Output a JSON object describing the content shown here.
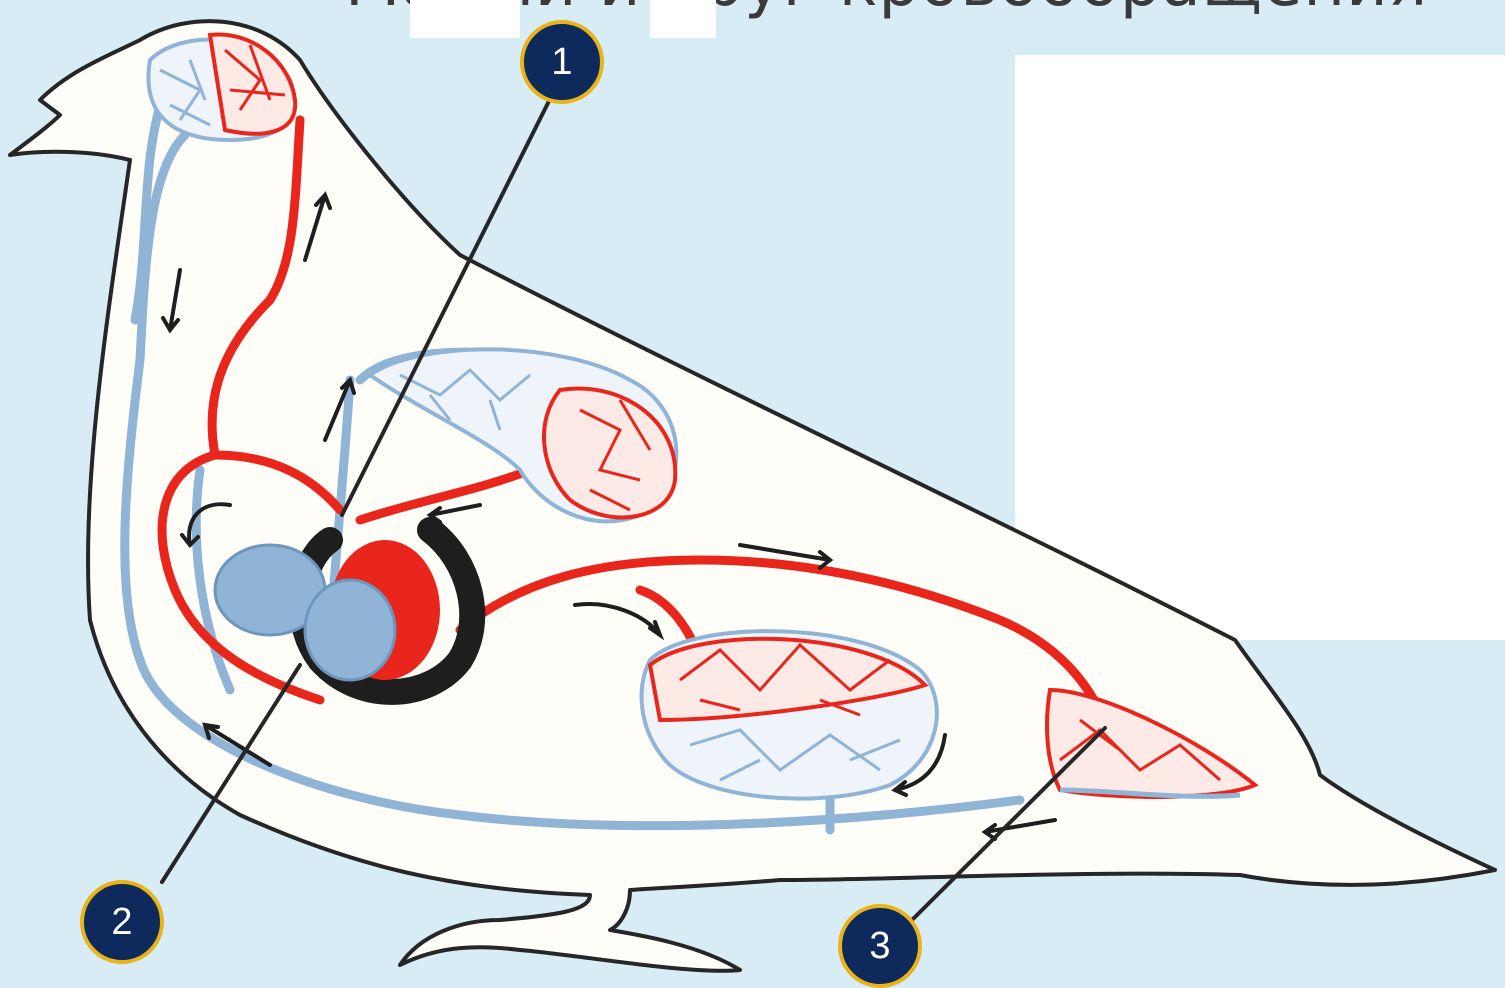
{
  "title": "Малый и круг кровообращения",
  "callouts": [
    "1",
    "2",
    "3"
  ],
  "colors": {
    "background": "#d7ecf5",
    "arterial": "#e8261c",
    "venous": "#8fb4d6",
    "heart_wall": "#1e1e1e",
    "callout_fill": "#0e2a5c",
    "callout_border": "#e9b41a"
  }
}
